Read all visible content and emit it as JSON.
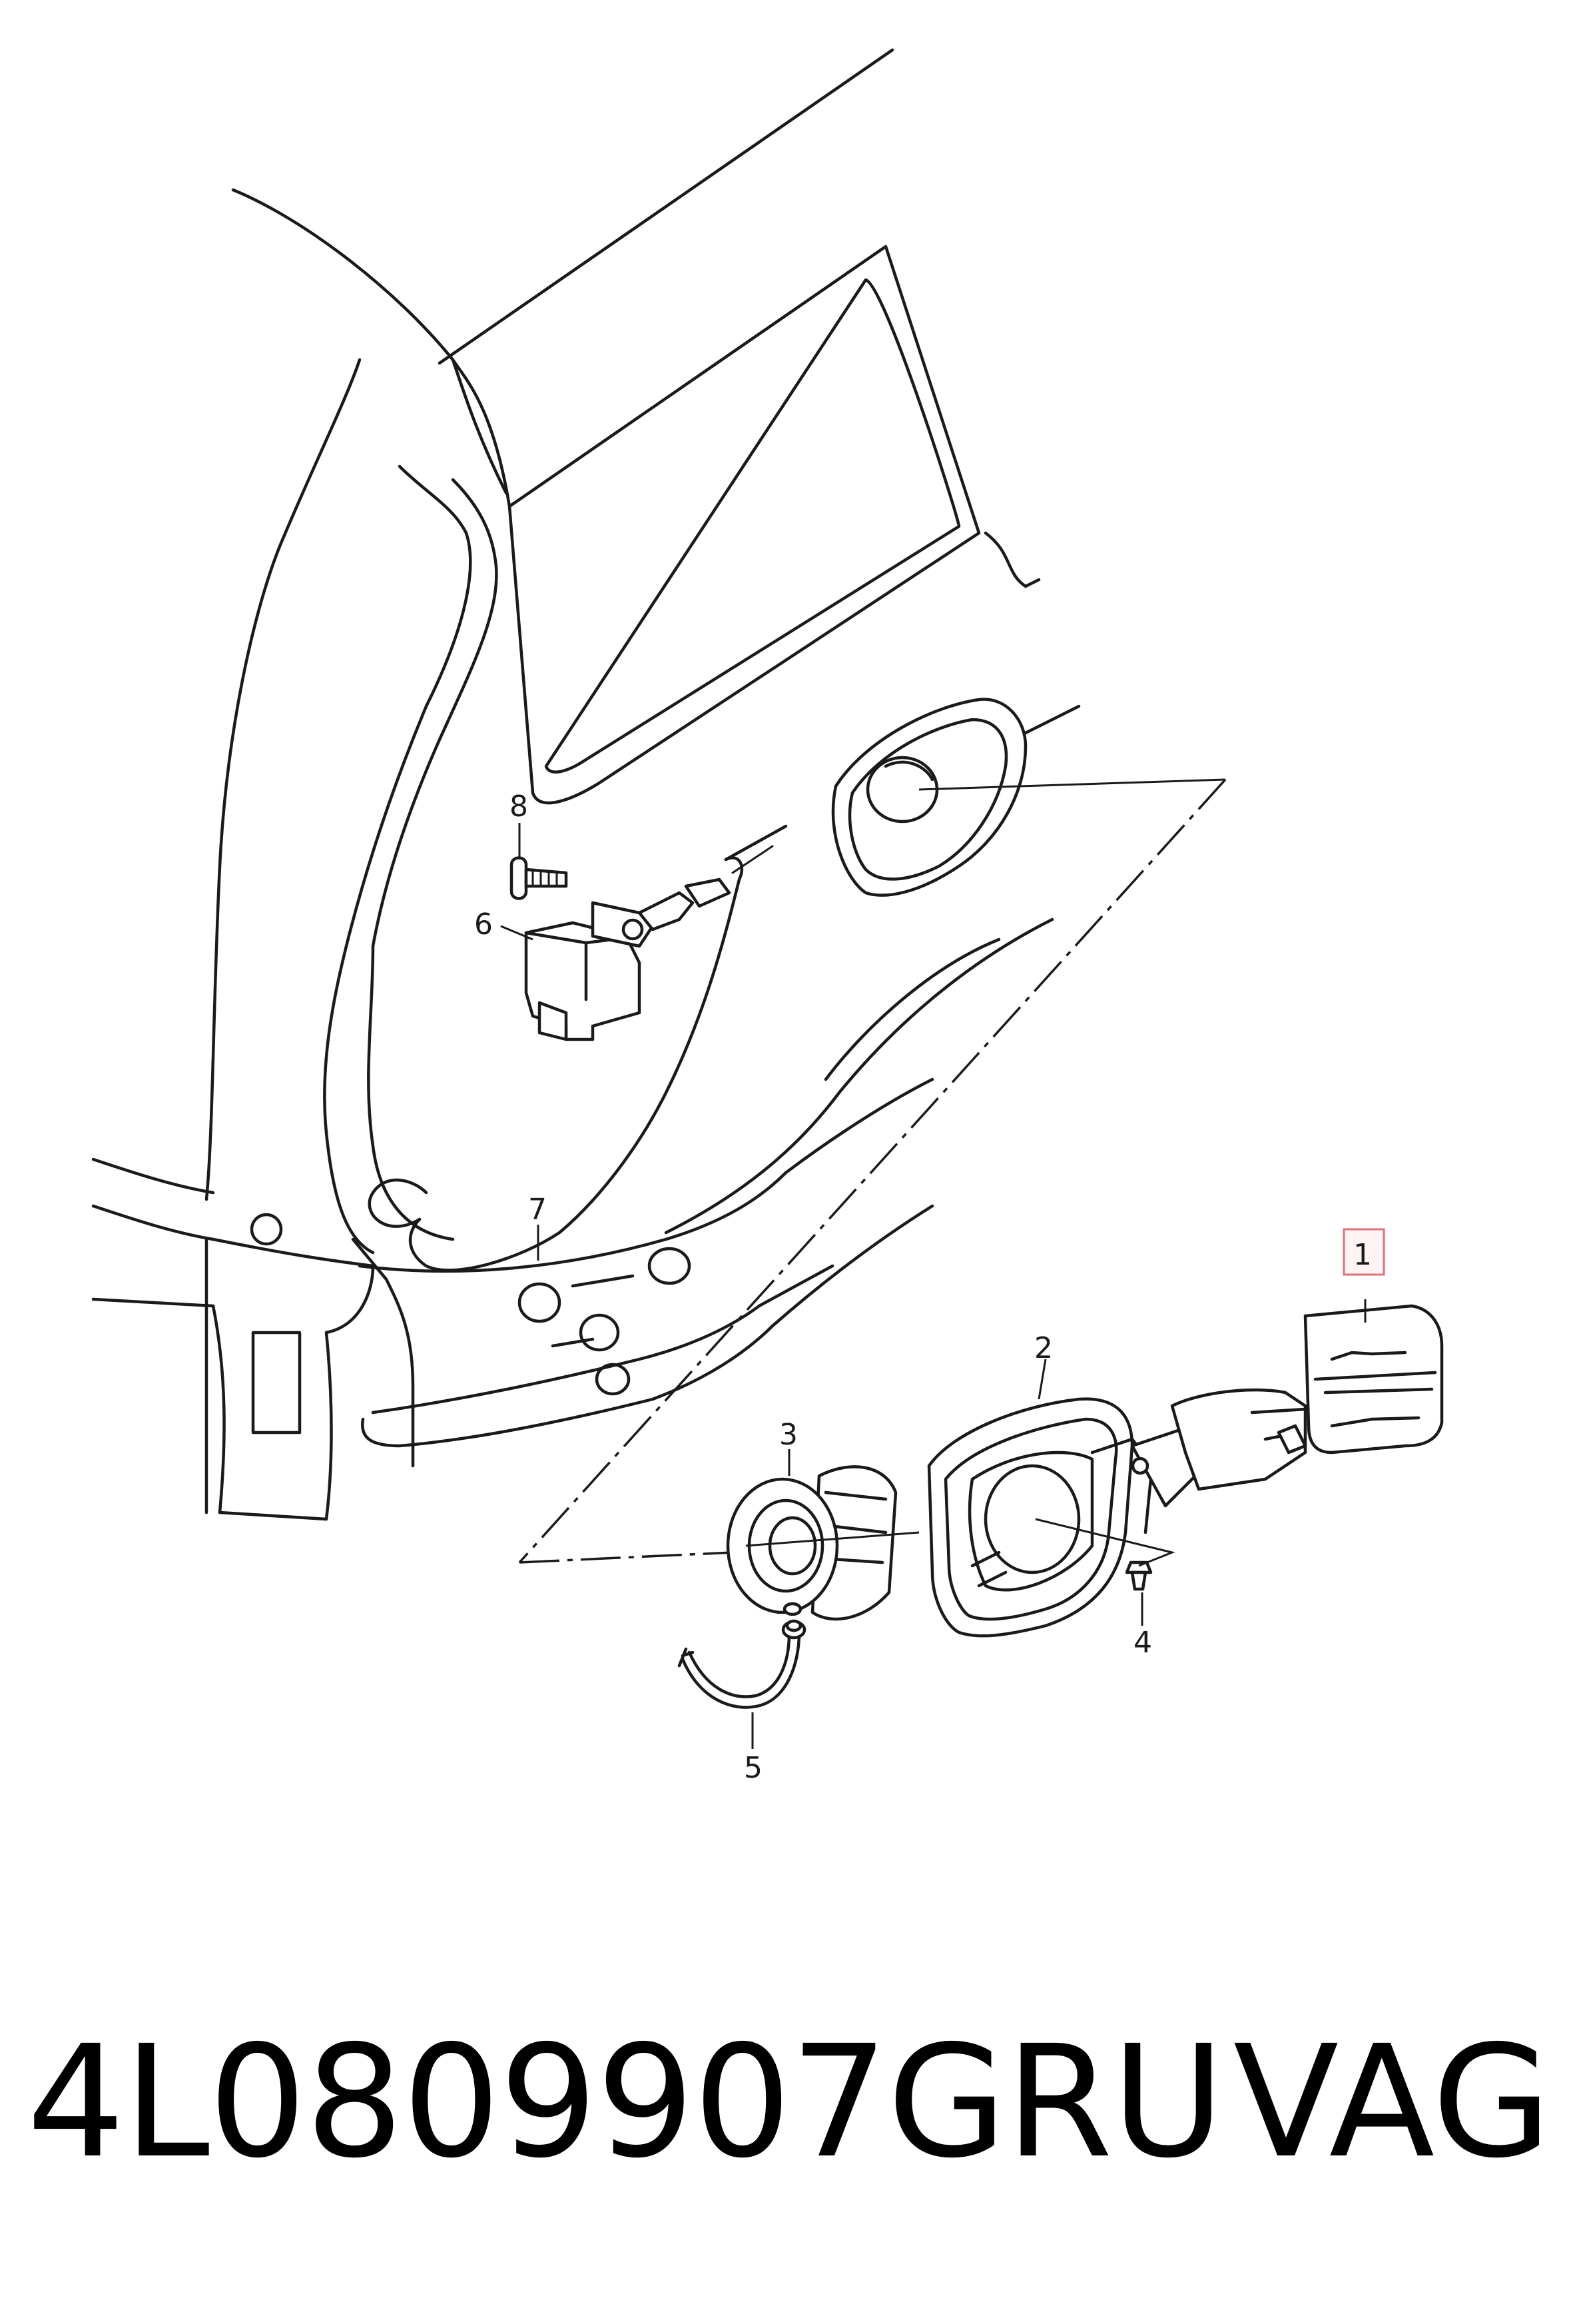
{
  "diagram": {
    "callouts": [
      {
        "id": "1",
        "label": "1",
        "highlighted": true
      },
      {
        "id": "2",
        "label": "2",
        "highlighted": false
      },
      {
        "id": "3",
        "label": "3",
        "highlighted": false
      },
      {
        "id": "4",
        "label": "4",
        "highlighted": false
      },
      {
        "id": "5",
        "label": "5",
        "highlighted": false
      },
      {
        "id": "6",
        "label": "6",
        "highlighted": false
      },
      {
        "id": "7",
        "label": "7",
        "highlighted": false
      },
      {
        "id": "8",
        "label": "8",
        "highlighted": false
      }
    ],
    "highlight_color": "#e0707a"
  },
  "footer": {
    "part_number": "4L0809907GRU",
    "brand": "VAG"
  }
}
